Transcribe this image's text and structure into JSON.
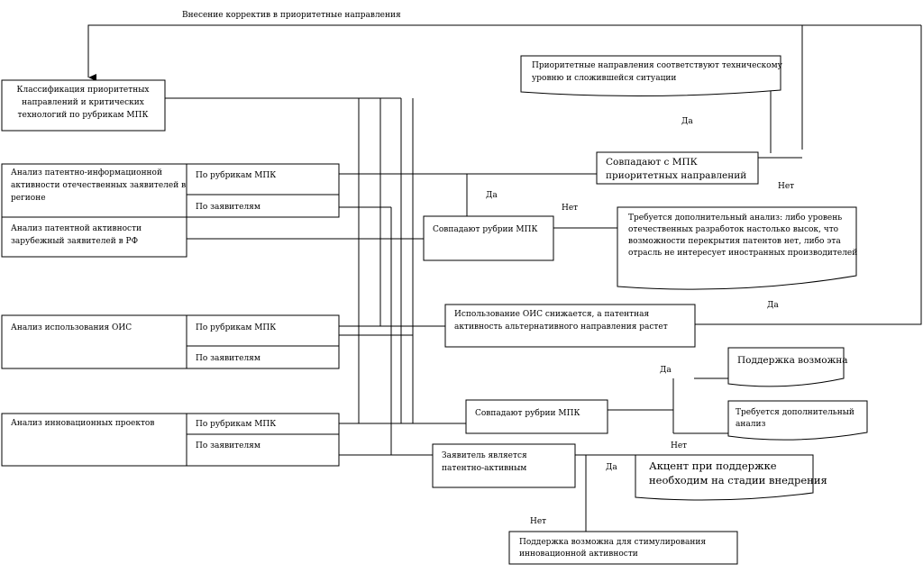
{
  "top_note": "Внесение корректив в приоритетные направления",
  "classification": [
    "Классификация приоритетных",
    "направлений и критических",
    "технологий по рубрикам МПК"
  ],
  "priority_match": [
    "Приоритетные направления соответствуют техническому",
    "уровню и сложившейся ситуации"
  ],
  "analysis_domestic": [
    "Анализ патентно-информационной",
    "активности отечественных заявителей в",
    "регионе"
  ],
  "by_ipc": "По рубрикам МПК",
  "by_applicants": "По заявителям",
  "analysis_foreign": [
    "Анализ патентной активности",
    "зарубежный заявителей в РФ"
  ],
  "analysis_ois": "Анализ использования ОИС",
  "analysis_innov": "Анализ инновационных проектов",
  "match_ipc_priority": [
    "Совпадают с МПК",
    "приоритетных  направлений"
  ],
  "match_rubrics_1": "Совпадают рубрии МПК",
  "extra_analysis_long": [
    "Требуется дополнительный анализ: либо уровень",
    "отечественных разработок настолько высок, что",
    "возможности перекрытия патентов нет, либо эта",
    "отрасль не интересует иностранных производителей"
  ],
  "ois_decrease": [
    "Использование ОИС снижается, а патентная",
    "активность альтернативного направления растет"
  ],
  "support_possible": "Поддержка возможна",
  "extra_analysis_short": [
    "Требуется дополнительный",
    "анализ"
  ],
  "match_rubrics_2": "Совпадают рубрии МПК",
  "applicant_active": [
    "Заявитель является",
    "патентно-активным"
  ],
  "accent_support": [
    "Акцент при поддержке",
    "необходим на стадии внедрения"
  ],
  "support_stimulate": [
    "Поддержка возможна для стимулирования",
    "инновационной активности"
  ],
  "labels": {
    "yes_1": "Да",
    "no_1": "Нет",
    "yes_2": "Да",
    "no_2": "Нет",
    "yes_3": "Да",
    "yes_4": "Да",
    "no_3": "Нет",
    "yes_5": "Да",
    "no_4": "Нет"
  }
}
